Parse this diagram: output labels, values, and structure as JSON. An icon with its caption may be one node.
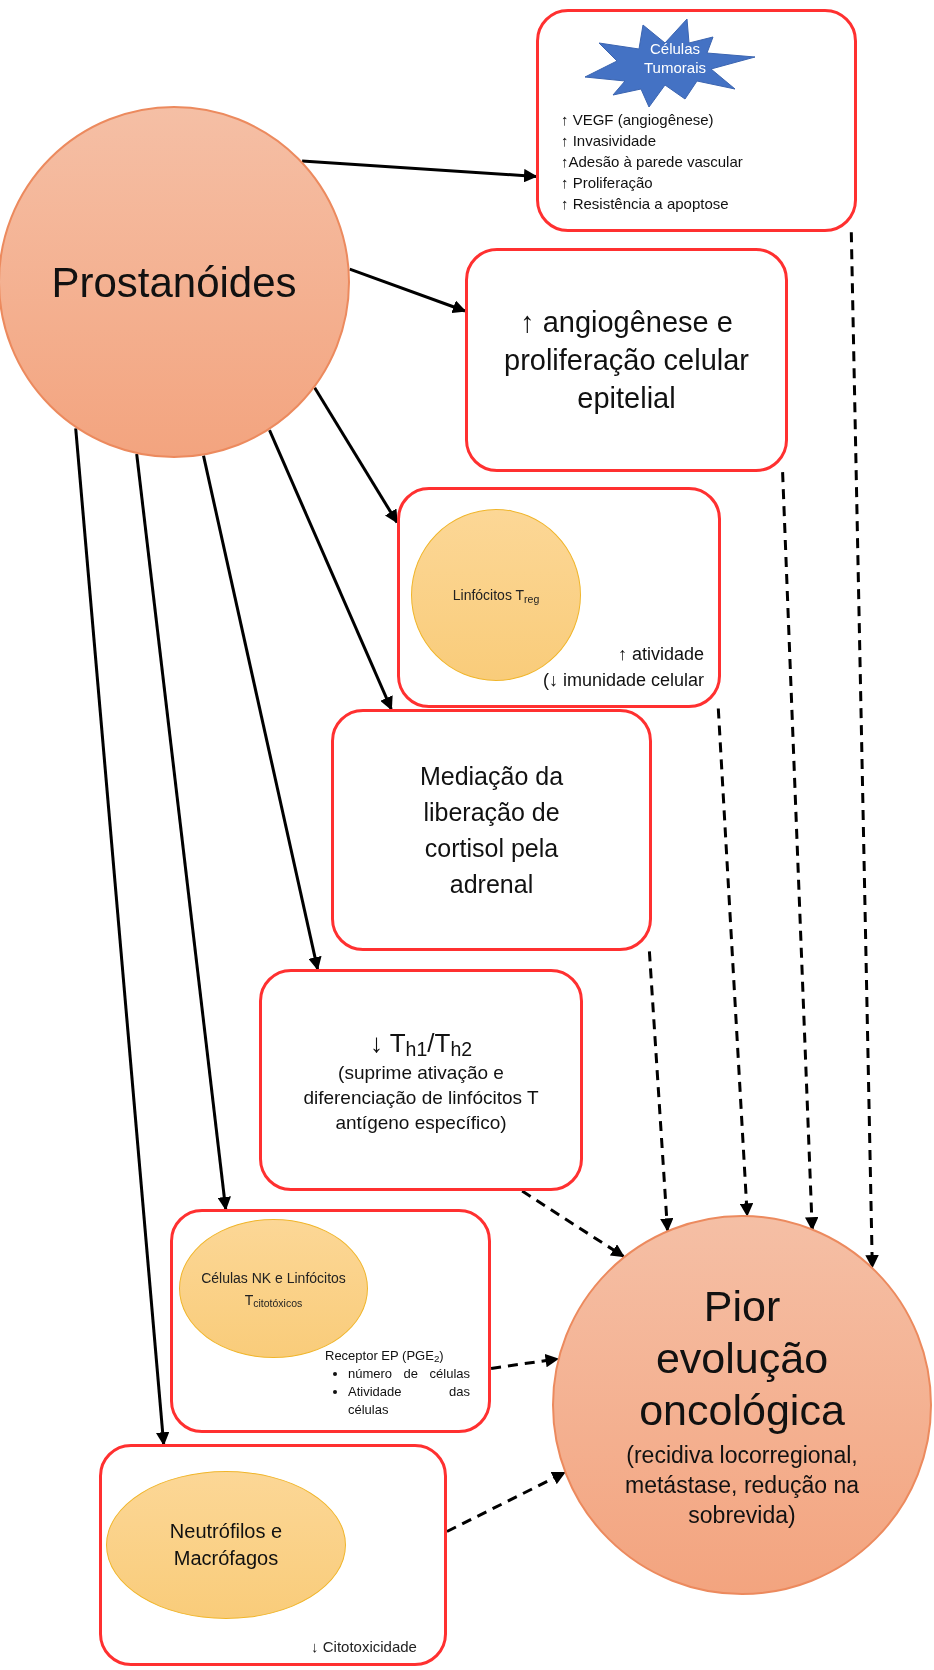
{
  "diagram": {
    "nodes": [
      {
        "text": [
          "Prostanóides"
        ]
      },
      {
        "text": [
          "↑ VEGF (angiogênese)",
          "↑ Invasividade",
          "↑Adesão à parede vascular",
          "↑ Proliferação",
          "↑ Resistência a apoptose"
        ]
      },
      {
        "text": [
          "Células Tumorais"
        ],
        "in": 1
      },
      {
        "text": [
          "↑ angiogênese e proliferação celular epitelial"
        ]
      },
      {
        "text": [
          "↑ atividade",
          "(↓ imunidade celular"
        ]
      },
      {
        "text": [
          "Linfócitos T$_{reg}$"
        ],
        "in": 4
      },
      {
        "text": [
          "Mediação da liberação de cortisol pela adrenal"
        ]
      },
      {
        "text": [
          "↓ T$_{h1}$/T$_{h2}$",
          "(suprime ativação e diferenciação de linfócitos T antígeno específico)"
        ]
      },
      {
        "text": [
          "Receptor EP (PGE$_{2}$)",
          "número de células",
          "Atividade das células"
        ]
      },
      {
        "text": [
          "Células NK e Linfócitos T$_{citotóxicos}$"
        ],
        "in": 8
      },
      {
        "text": [
          "↓ Citotoxicidade"
        ]
      },
      {
        "text": [
          "Neutrófilos e Macrófagos"
        ],
        "in": 10
      },
      {
        "text": [
          "Pior evolução oncológica",
          "(recidiva locorregional, metástase, redução na sobrevida)"
        ]
      }
    ],
    "edges": [
      {
        "from": 0,
        "to": 1,
        "arrow": "to"
      },
      {
        "from": 0,
        "to": 3,
        "arrow": "to"
      },
      {
        "from": 0,
        "to": 4,
        "arrow": "to"
      },
      {
        "from": 0,
        "to": 6,
        "arrow": "to"
      },
      {
        "from": 0,
        "to": 7,
        "arrow": "to"
      },
      {
        "from": 0,
        "to": 8,
        "arrow": "to"
      },
      {
        "from": 0,
        "to": 10,
        "arrow": "to"
      },
      {
        "from": 1,
        "to": 12,
        "arrow": "to",
        "style": "dashed"
      },
      {
        "from": 3,
        "to": 12,
        "arrow": "to",
        "style": "dashed"
      },
      {
        "from": 4,
        "to": 12,
        "arrow": "to",
        "style": "dashed"
      },
      {
        "from": 6,
        "to": 12,
        "arrow": "to",
        "style": "dashed"
      },
      {
        "from": 7,
        "to": 12,
        "arrow": "to",
        "style": "dashed"
      },
      {
        "from": 8,
        "to": 12,
        "arrow": "to",
        "style": "dashed"
      },
      {
        "from": 10,
        "to": 12,
        "arrow": "to",
        "style": "dashed"
      }
    ]
  }
}
